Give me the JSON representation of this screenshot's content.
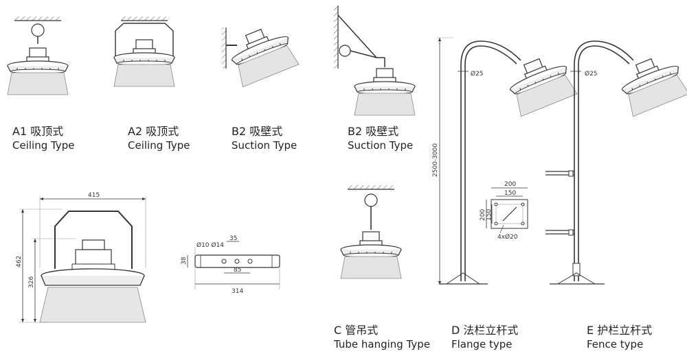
{
  "colors": {
    "line": "#333333",
    "shade": "#cfcfcf",
    "bg": "#ffffff"
  },
  "mounts": [
    {
      "code": "A1",
      "zh": "吸顶式",
      "en": "Ceiling  Type"
    },
    {
      "code": "A2",
      "zh": "吸顶式",
      "en": "Ceiling  Type"
    },
    {
      "code": "B2",
      "zh": "吸壁式",
      "en": "Suction Type"
    },
    {
      "code": "B2",
      "zh": "吸壁式",
      "en": "Suction Type"
    },
    {
      "code": "C",
      "zh": "管吊式",
      "en": "Tube hanging Type"
    },
    {
      "code": "D",
      "zh": "法栏立杆式",
      "en": "Flange type"
    },
    {
      "code": "E",
      "zh": "护栏立杆式",
      "en": "Fence type"
    }
  ],
  "dims": {
    "width": "415",
    "height_total": "462",
    "height_body": "326",
    "holes": "Ø10 Ø14",
    "hole_pitch": "35",
    "center": "85",
    "bracket_len": "314",
    "bracket_h": "38",
    "pole_dia": "Ø25",
    "pole_dia_e": "Ø25",
    "pole_height": "2500-3000",
    "flange_outer": "200",
    "flange_inner": "150",
    "flange_outer_v": "200",
    "flange_inner_v": "150",
    "flange_holes": "4xØ20"
  }
}
